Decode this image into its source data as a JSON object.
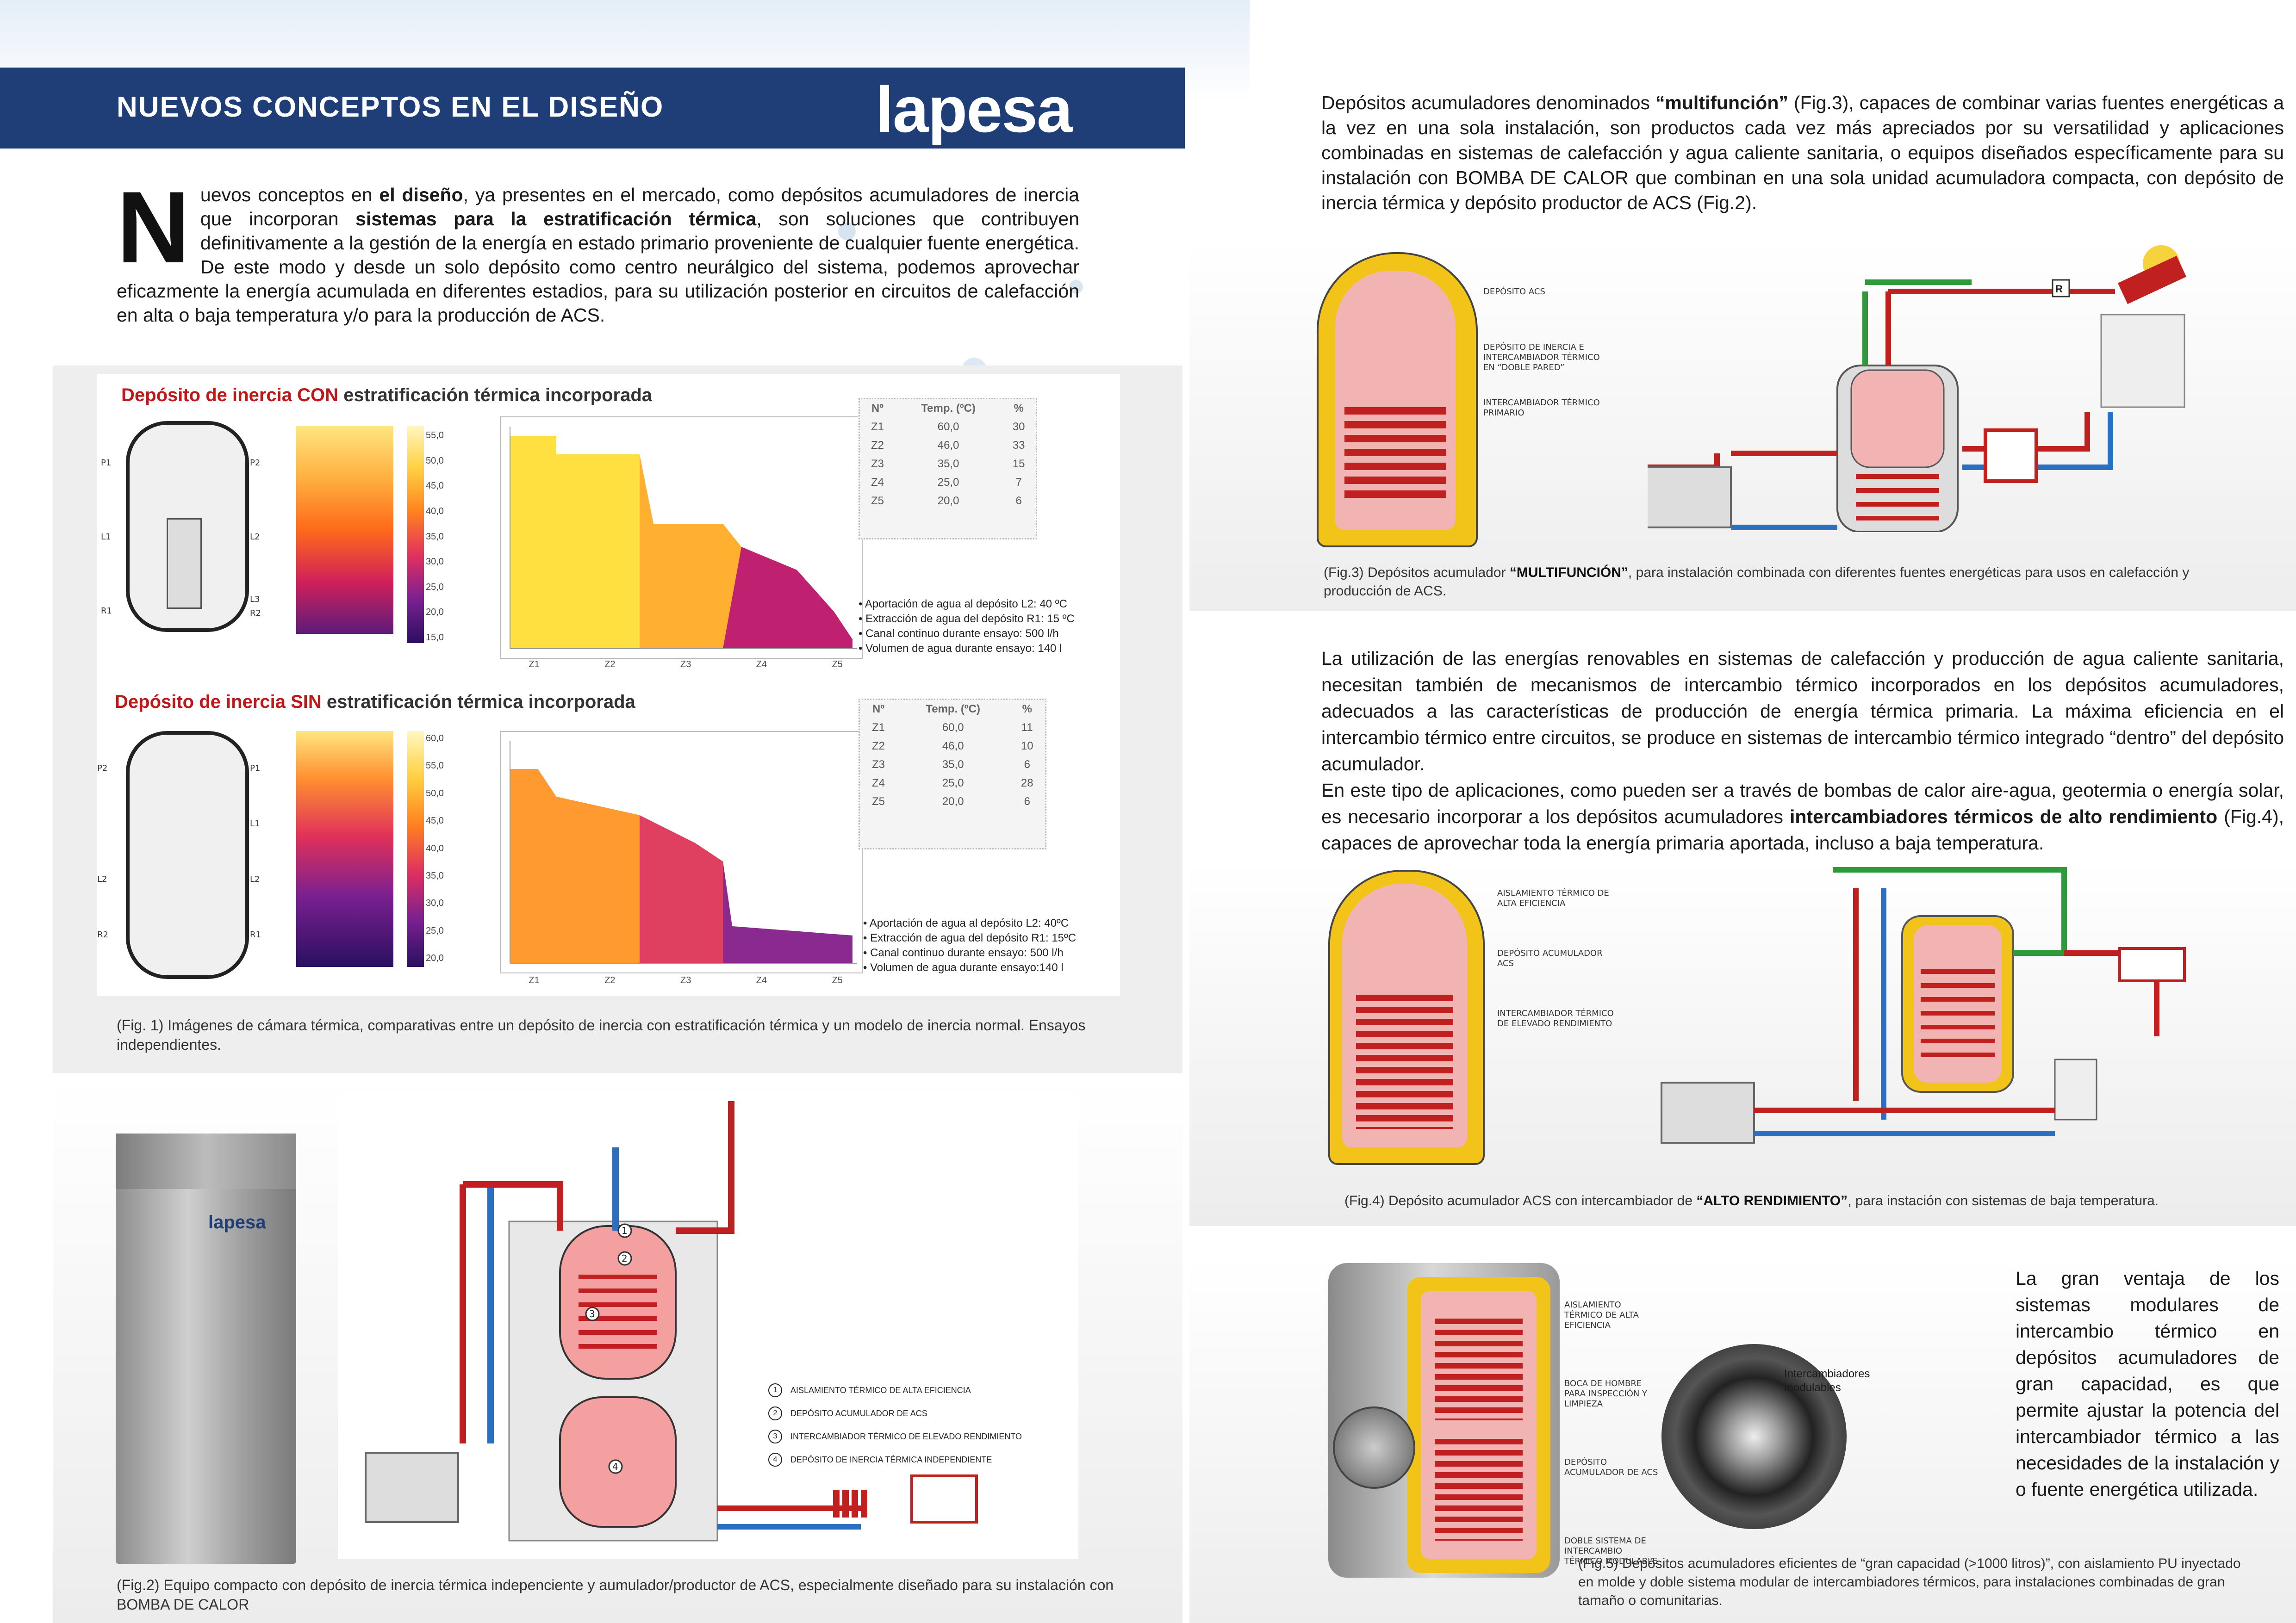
{
  "header": {
    "title": "NUEVOS CONCEPTOS EN EL DISEÑO",
    "logo": "lapesa"
  },
  "intro": {
    "dropcap": "N",
    "t1": "uevos conceptos en ",
    "b1": "el diseño",
    "t2": ", ya presentes en el mercado, como depósitos acumuladores de inercia que incorporan ",
    "b2": "sistemas para la estratificación térmica",
    "t3": ", son soluciones que contribuyen definitivamente a la gestión de la energía en estado primario proveniente de cualquier fuente energética. De este modo y desde un solo depósito como centro neurálgico del sistema, podemos aprovechar eficazmente la energía acumulada en diferentes estadios, para su utilización posterior en circuitos de calefacción en alta o baja temperatura y/o para la producción de ACS."
  },
  "fig1": {
    "con": {
      "title_pre": "Depósito de inercia ",
      "title_em": "CON",
      "title_post": " estratificación térmica incorporada",
      "ports_left": [
        "P1",
        "L1",
        "R1"
      ],
      "ports_right": [
        "P2",
        "L2",
        "L3",
        "R2"
      ],
      "scale": [
        "55,0",
        "50,0",
        "45,0",
        "40,0",
        "35,0",
        "30,0",
        "25,0",
        "20,0",
        "15,0"
      ],
      "zones": [
        "Z1",
        "Z2",
        "Z3",
        "Z4",
        "Z5"
      ],
      "table_head": [
        "Nº",
        "Temp. (ºC)",
        "%"
      ],
      "rows": [
        [
          "Z1",
          "60,0",
          "30"
        ],
        [
          "Z2",
          "46,0",
          "33"
        ],
        [
          "Z3",
          "35,0",
          "15"
        ],
        [
          "Z4",
          "25,0",
          "7"
        ],
        [
          "Z5",
          "20,0",
          "6"
        ]
      ],
      "bullets": [
        "• Aportación de agua al depósito L2: 40 ºC",
        "• Extracción de agua del depósito R1: 15 ºC",
        "• Canal continuo durante ensayo: 500 l/h",
        "• Volumen de agua durante ensayo: 140 l"
      ]
    },
    "sin": {
      "title_pre": "Depósito de inercia ",
      "title_em": "SIN",
      "title_post": " estratificación térmica incorporada",
      "ports_left": [
        "P2",
        "L2",
        "R2"
      ],
      "ports_right": [
        "P1",
        "L1",
        "L2",
        "R1"
      ],
      "scale": [
        "60,0",
        "55,0",
        "50,0",
        "45,0",
        "40,0",
        "35,0",
        "30,0",
        "25,0",
        "20,0"
      ],
      "zones": [
        "Z1",
        "Z2",
        "Z3",
        "Z4",
        "Z5"
      ],
      "table_head": [
        "Nº",
        "Temp. (ºC)",
        "%"
      ],
      "rows": [
        [
          "Z1",
          "60,0",
          "11"
        ],
        [
          "Z2",
          "46,0",
          "10"
        ],
        [
          "Z3",
          "35,0",
          "6"
        ],
        [
          "Z4",
          "25,0",
          "28"
        ],
        [
          "Z5",
          "20,0",
          "6"
        ]
      ],
      "bullets": [
        "• Aportación de agua al depósito L2: 40ºC",
        "• Extracción de agua del depósito R1: 15ºC",
        "• Canal continuo durante ensayo: 500 l/h",
        "• Volumen de agua durante ensayo:140 l"
      ]
    },
    "caption": "(Fig. 1) Imágenes de cámara térmica, comparativas entre un depósito de inercia con estratificación térmica y un modelo de inercia normal. Ensayos independientes."
  },
  "fig2": {
    "unit_logo": "lapesa",
    "legend": [
      "AISLAMIENTO TÉRMICO DE ALTA EFICIENCIA",
      "DEPÓSITO ACUMULADOR DE ACS",
      "INTERCAMBIADOR TÉRMICO DE ELEVADO RENDIMIENTO",
      "DEPÓSITO DE INERCIA TÉRMICA INDEPENDIENTE"
    ],
    "caption": "(Fig.2) Equipo compacto con depósito de inercia térmica indepenciente y aumulador/productor de ACS, especialmente diseñado para su instalación con BOMBA DE CALOR"
  },
  "right_top": {
    "t1": "Depósitos acumuladores denominados ",
    "b1": "“multifunción”",
    "t2": " (Fig.3), capaces de combinar varias fuentes energéticas a la vez en una sola instalación, son productos cada vez más apreciados por su versatilidad y aplicaciones combinadas en sistemas de calefacción y agua caliente sanitaria, o equipos diseñados específicamente para su instalación con BOMBA DE CALOR que combinan en una sola unidad acumuladora compacta, con depósito de inercia térmica y depósito productor de ACS (Fig.2)."
  },
  "fig3": {
    "labels": [
      "DEPÓSITO ACS",
      "DEPÓSITO DE INERCIA E INTERCAMBIADOR TÉRMICO EN “DOBLE PARED”",
      "INTERCAMBIADOR TÉRMICO PRIMARIO"
    ],
    "tag": "R",
    "cap_pre": "(Fig.3) Depósitos acumulador ",
    "cap_b": "“MULTIFUNCIÓN”",
    "cap_post": ", para instalación combinada con diferentes fuentes energéticas para usos en calefacción y producción de ACS."
  },
  "right_mid": {
    "t1": "La utilización de las energías renovables en sistemas de calefacción y producción de agua caliente sanitaria, necesitan también de mecanismos de intercambio térmico incorporados en los depósitos acumuladores, adecuados a las características de producción de energía térmica primaria. La máxima eficiencia en el intercambio térmico entre circuitos, se produce en sistemas de intercambio térmico integrado “dentro” del depósito acumulador.",
    "t2": "En este tipo de aplicaciones, como pueden ser a través de bombas de calor aire-agua, geotermia o energía solar, es necesario incorporar a los depósitos acumuladores ",
    "b2": "intercambiadores térmicos de alto rendimiento",
    "t3": " (Fig.4), capaces de aprovechar toda la energía primaria aportada, incluso a baja temperatura."
  },
  "fig4": {
    "labels": [
      "AISLAMIENTO TÉRMICO DE ALTA EFICIENCIA",
      "DEPÓSITO ACUMULADOR ACS",
      "INTERCAMBIADOR TÉRMICO DE ELEVADO RENDIMIENTO"
    ],
    "cap_pre": "(Fig.4) Depósito acumulador ACS con intercambiador de ",
    "cap_b": "“ALTO RENDIMIENTO”",
    "cap_post": ", para instación con sistemas de baja temperatura."
  },
  "fig5": {
    "labels": [
      "AISLAMIENTO TÉRMICO DE ALTA EFICIENCIA",
      "BOCA DE HOMBRE PARA INSPECCIÓN Y LIMPIEZA",
      "DEPÓSITO ACUMULADOR DE ACS",
      "DOBLE SISTEMA DE INTERCAMBIO TÉRMICO MODULABLE"
    ],
    "inset_label": "Intercambiadores modulables",
    "side_text": "La gran ventaja de los sistemas modulares de intercambio térmico en depósitos acumuladores de gran capacidad, es que permite ajustar la potencia del intercambiador térmico a las necesidades de la instalación y o fuente energética utilizada.",
    "caption": "(Fig.5) Depósitos acumuladores eficientes de “gran capacidad (>1000 litros)”, con aislamiento PU inyectado en molde y doble sistema modular de intercambiadores térmicos, para instalaciones combinadas de gran tamaño o comunitarias."
  },
  "colors": {
    "header": "#1f3e78",
    "accent_red": "#c01818",
    "pipe_red": "#d02020",
    "pipe_blue": "#2a6fc0",
    "pipe_green": "#2f9a3a",
    "insulation": "#f0c419"
  }
}
